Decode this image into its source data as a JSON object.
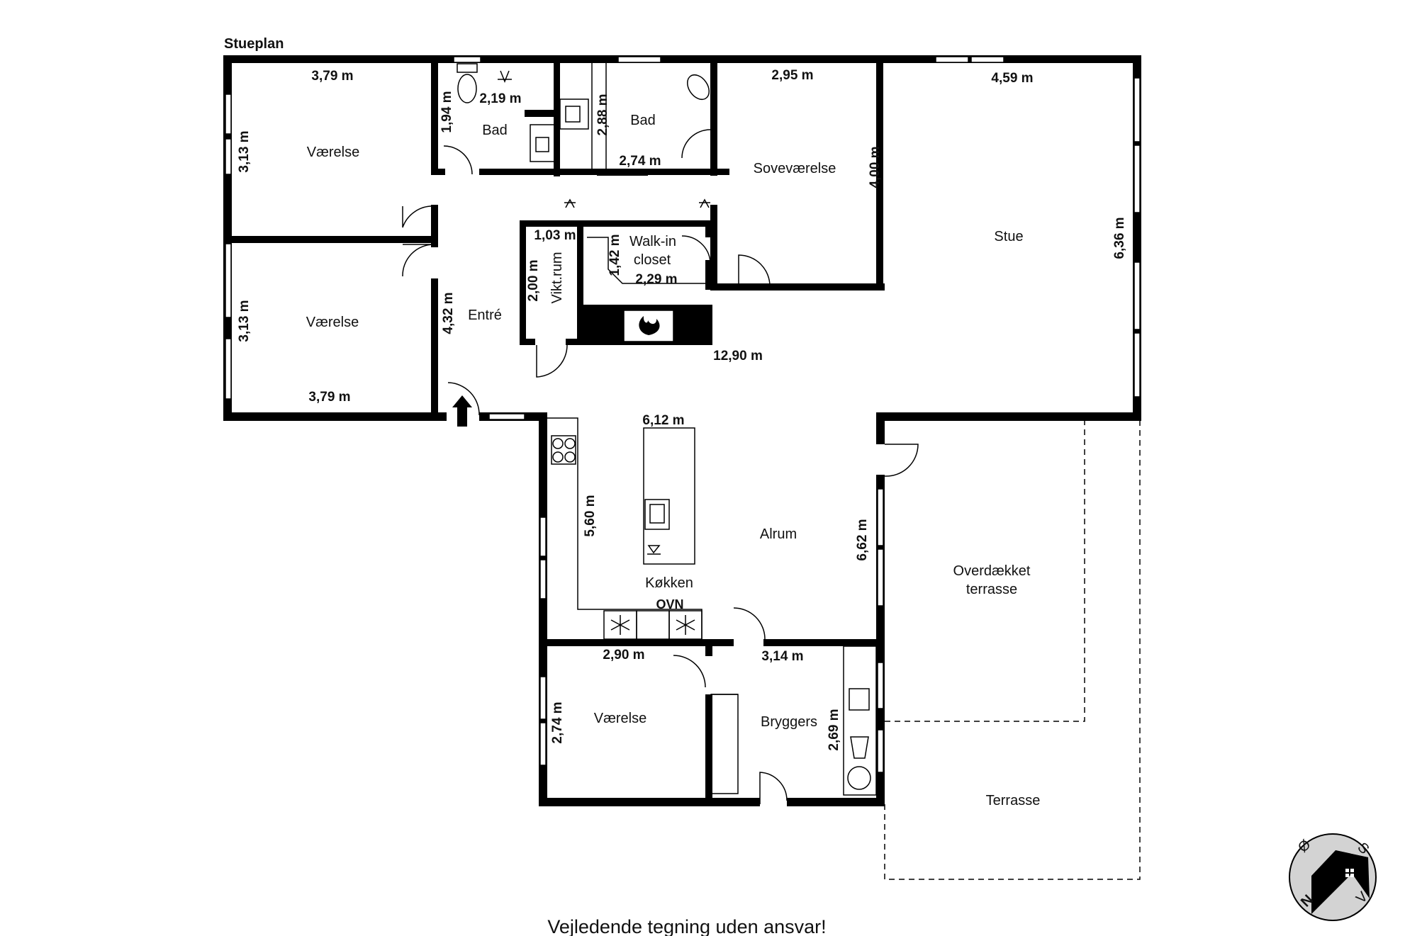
{
  "plan_title": "Stueplan",
  "rooms": {
    "vaerelse_1": "Værelse",
    "vaerelse_2": "Værelse",
    "vaerelse_3": "Værelse",
    "bad_1": "Bad",
    "bad_2": "Bad",
    "sovevaerelse": "Soveværelse",
    "stue": "Stue",
    "walkin_line1": "Walk-in",
    "walkin_line2": "closet",
    "vikt_rum": "Vikt.rum",
    "entre": "Entré",
    "alrum": "Alrum",
    "kokken": "Køkken",
    "bryggers": "Bryggers",
    "overdaekket_line1": "Overdækket",
    "overdaekket_line2": "terrasse",
    "terrasse": "Terrasse"
  },
  "dimensions": {
    "vaerelse1_width": "3,79 m",
    "vaerelse1_height": "3,13 m",
    "vaerelse2_height": "3,13 m",
    "vaerelse2_width": "3,79 m",
    "bad1_width": "2,19 m",
    "bad1_height": "1,94 m",
    "bad2_height": "2,88 m",
    "bad2_width": "2,74 m",
    "sovevaerelse_width": "2,95 m",
    "sovevaerelse_height": "4,00 m",
    "stue_width": "4,59 m",
    "stue_height": "6,36 m",
    "vikt_width": "1,03 m",
    "vikt_height": "2,00 m",
    "walkin_height": "1,42 m",
    "walkin_width": "2,29 m",
    "entre_height": "4,32 m",
    "stue_length": "12,90 m",
    "alrum_width": "6,12 m",
    "kokken_height": "5,60 m",
    "alrum_height": "6,62 m",
    "vaerelse3_width": "2,90 m",
    "vaerelse3_height": "2,74 m",
    "bryggers_width": "3,14 m",
    "bryggers_height": "2,69 m"
  },
  "appliances": {
    "oven": "OVN"
  },
  "compass": {
    "n": "N",
    "o": "Ø",
    "s": "S",
    "v": "V"
  },
  "footer": "Vejledende tegning uden ansvar!"
}
